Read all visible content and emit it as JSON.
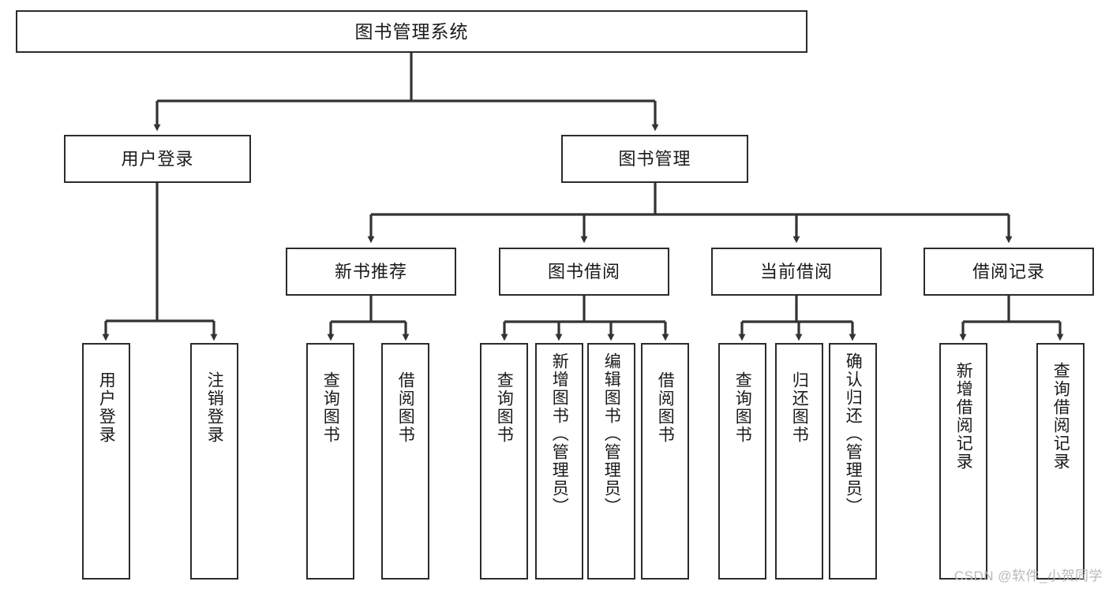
{
  "diagram": {
    "title": "图书管理系统",
    "type": "hierarchy-tree",
    "watermark": "CSDN @软件_小贺同学",
    "colors": {
      "box_border": "#2b2b2b",
      "box_fill": "#ffffff",
      "connector": "#333333",
      "text": "#1a1a1a",
      "watermark": "#b9b9b9"
    },
    "levels": {
      "level1": [
        {
          "id": "root",
          "label": "图书管理系统"
        }
      ],
      "level2": [
        {
          "id": "user-login",
          "label": "用户登录"
        },
        {
          "id": "book-manage",
          "label": "图书管理"
        }
      ],
      "level3": [
        {
          "id": "new-book-rec",
          "label": "新书推荐"
        },
        {
          "id": "book-borrow",
          "label": "图书借阅"
        },
        {
          "id": "current-borrow",
          "label": "当前借阅"
        },
        {
          "id": "borrow-record",
          "label": "借阅记录"
        }
      ],
      "level4": {
        "user_login_children": [
          {
            "id": "leaf-user-login",
            "label": "用户登录"
          },
          {
            "id": "leaf-user-logout",
            "label": "注销登录"
          }
        ],
        "new_book_rec_children": [
          {
            "id": "leaf-query-book-1",
            "label": "查询图书"
          },
          {
            "id": "leaf-borrow-book-1",
            "label": "借阅图书"
          }
        ],
        "book_borrow_children": [
          {
            "id": "leaf-query-book-2",
            "label": "查询图书"
          },
          {
            "id": "leaf-add-book",
            "label": "新增图书（管理员）"
          },
          {
            "id": "leaf-edit-book",
            "label": "编辑图书（管理员）"
          },
          {
            "id": "leaf-borrow-book-2",
            "label": "借阅图书"
          }
        ],
        "current_borrow_children": [
          {
            "id": "leaf-query-book-3",
            "label": "查询图书"
          },
          {
            "id": "leaf-return-book",
            "label": "归还图书"
          },
          {
            "id": "leaf-confirm-return",
            "label": "确认归还（管理员）"
          }
        ],
        "borrow_record_children": [
          {
            "id": "leaf-add-record",
            "label": "新增借阅记录"
          },
          {
            "id": "leaf-query-record",
            "label": "查询借阅记录"
          }
        ]
      }
    }
  }
}
